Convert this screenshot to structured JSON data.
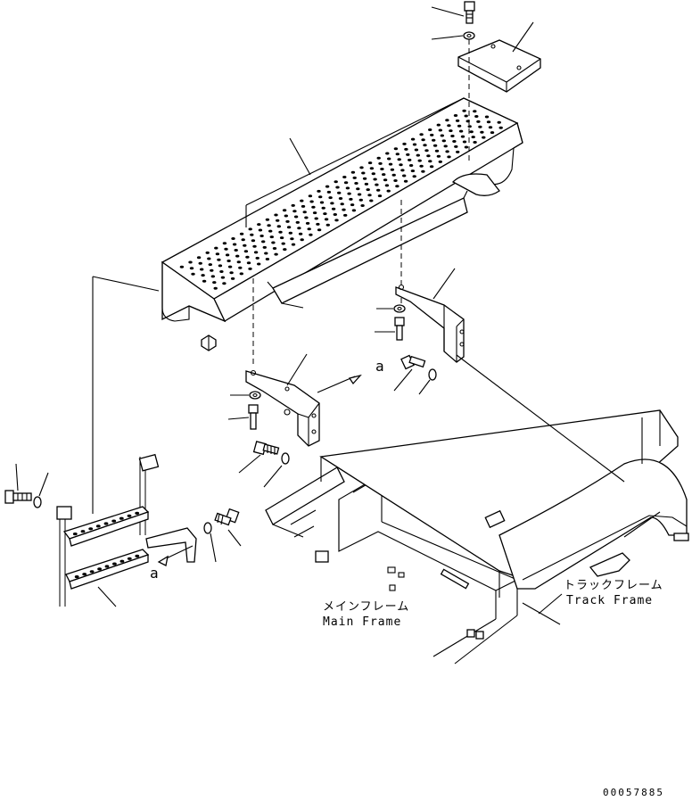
{
  "labels": {
    "main_frame_jp": "メインフレーム",
    "main_frame_en": "Main Frame",
    "track_frame_jp": "トラックフレーム",
    "track_frame_en": "Track Frame",
    "ref_a_upper": "a",
    "ref_a_lower": "a",
    "drawing_code": "00057885"
  }
}
